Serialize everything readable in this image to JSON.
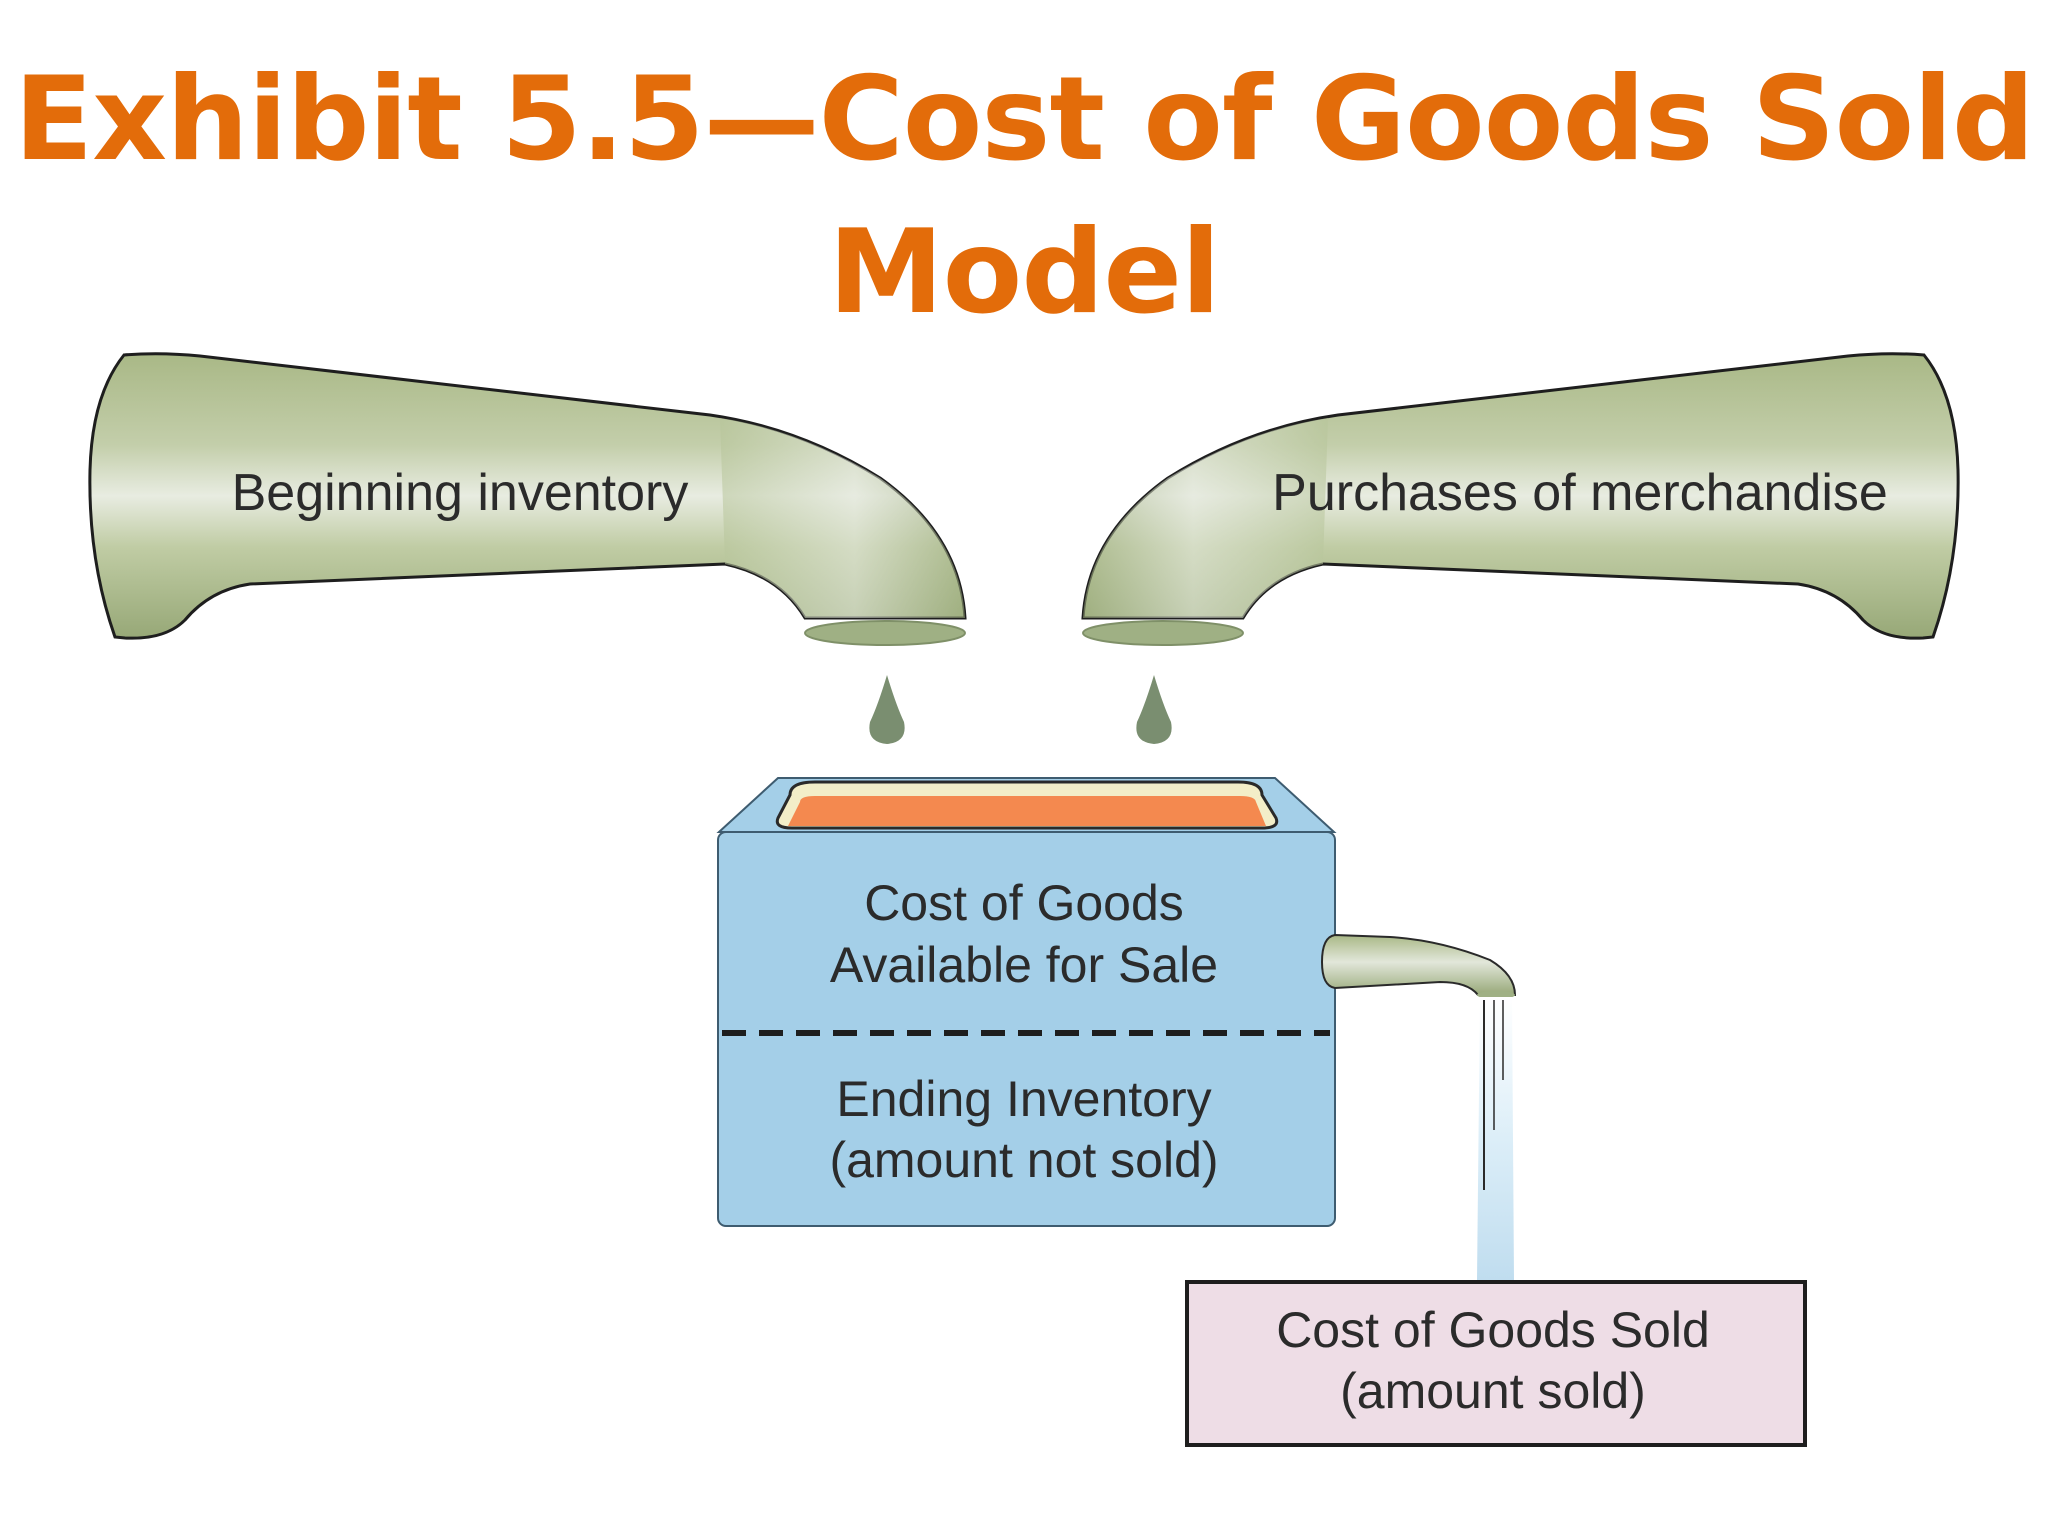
{
  "title": {
    "line1": "Exhibit 5.5—Cost of Goods Sold",
    "line2": "Model"
  },
  "diagram": {
    "left_faucet_label": "Beginning inventory",
    "right_faucet_label": "Purchases of merchandise",
    "tank_upper_label": [
      "Cost of Goods",
      "Available for Sale"
    ],
    "tank_lower_label": [
      "Ending Inventory",
      "(amount not sold)"
    ],
    "outflow_box_label": [
      "Cost of Goods Sold",
      "(amount sold)"
    ]
  },
  "colors": {
    "title": "#E36C0A",
    "faucet": "#B9C79A",
    "faucet_highlight": "#E8ECE1",
    "drop": "#7A8E70",
    "tank": "#A4CFE8",
    "tank_liquid": "#F4894F",
    "outflow_box": "#EEDDE6",
    "water": "#C9E3F2"
  }
}
